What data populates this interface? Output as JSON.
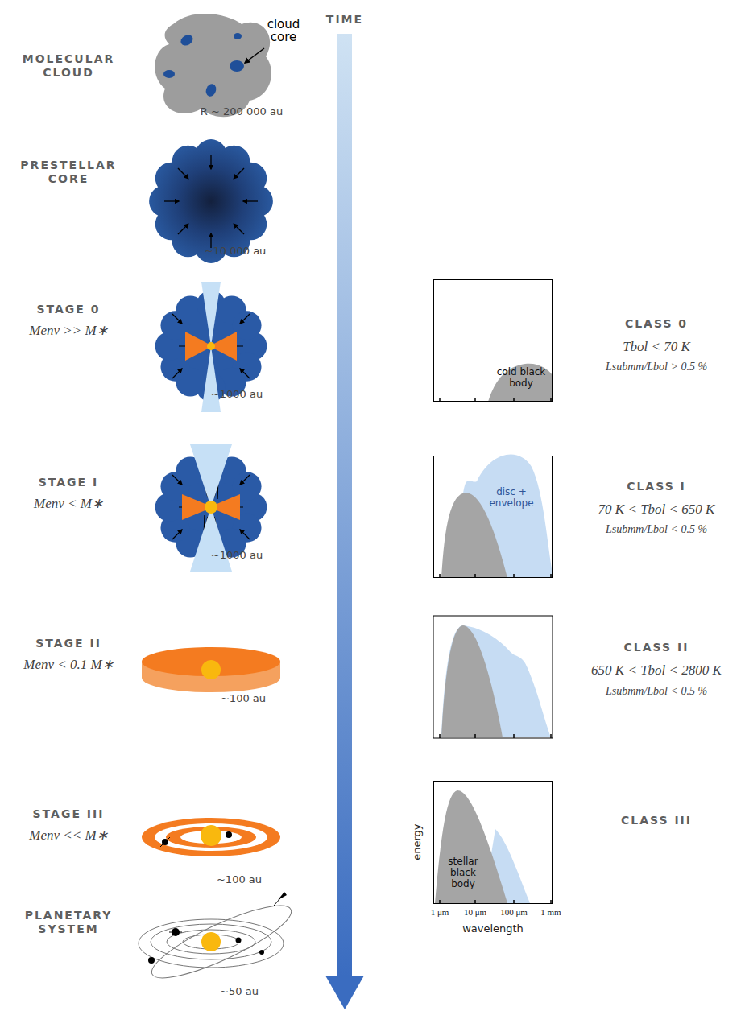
{
  "diagram": {
    "nodes": [
      {
        "text": [
          "cold black body"
        ]
      },
      {
        "text": [
          "disc + envelope"
        ]
      },
      {
        "text": [
          "stellar black body"
        ]
      }
    ],
    "labels": [
      "MOLECULAR CLOUD",
      "cloud core",
      "R ~ 200 000 au",
      "TIME",
      "PRESTELLAR CORE",
      "~10 000 au",
      "STAGE 0",
      "Menv >> M∗",
      "~1000 au",
      "CLASS 0",
      "Tbol < 70 K",
      "Lsubmm/Lbol > 0.5 %",
      "STAGE I",
      "Menv < M∗",
      "~1000 au",
      "CLASS I",
      "70 K < Tbol < 650 K",
      "Lsubmm/Lbol < 0.5 %",
      "STAGE II",
      "Menv < 0.1 M∗",
      "~100 au",
      "CLASS II",
      "650 K < Tbol < 2800 K",
      "Lsubmm/Lbol < 0.5 %",
      "STAGE III",
      "Menv << M∗",
      "~100 au",
      "CLASS III",
      "energy",
      "1 μm",
      "10 μm",
      "100 μm",
      "1 mm",
      "wavelength",
      "PLANETARY SYSTEM",
      "~50 au"
    ]
  }
}
